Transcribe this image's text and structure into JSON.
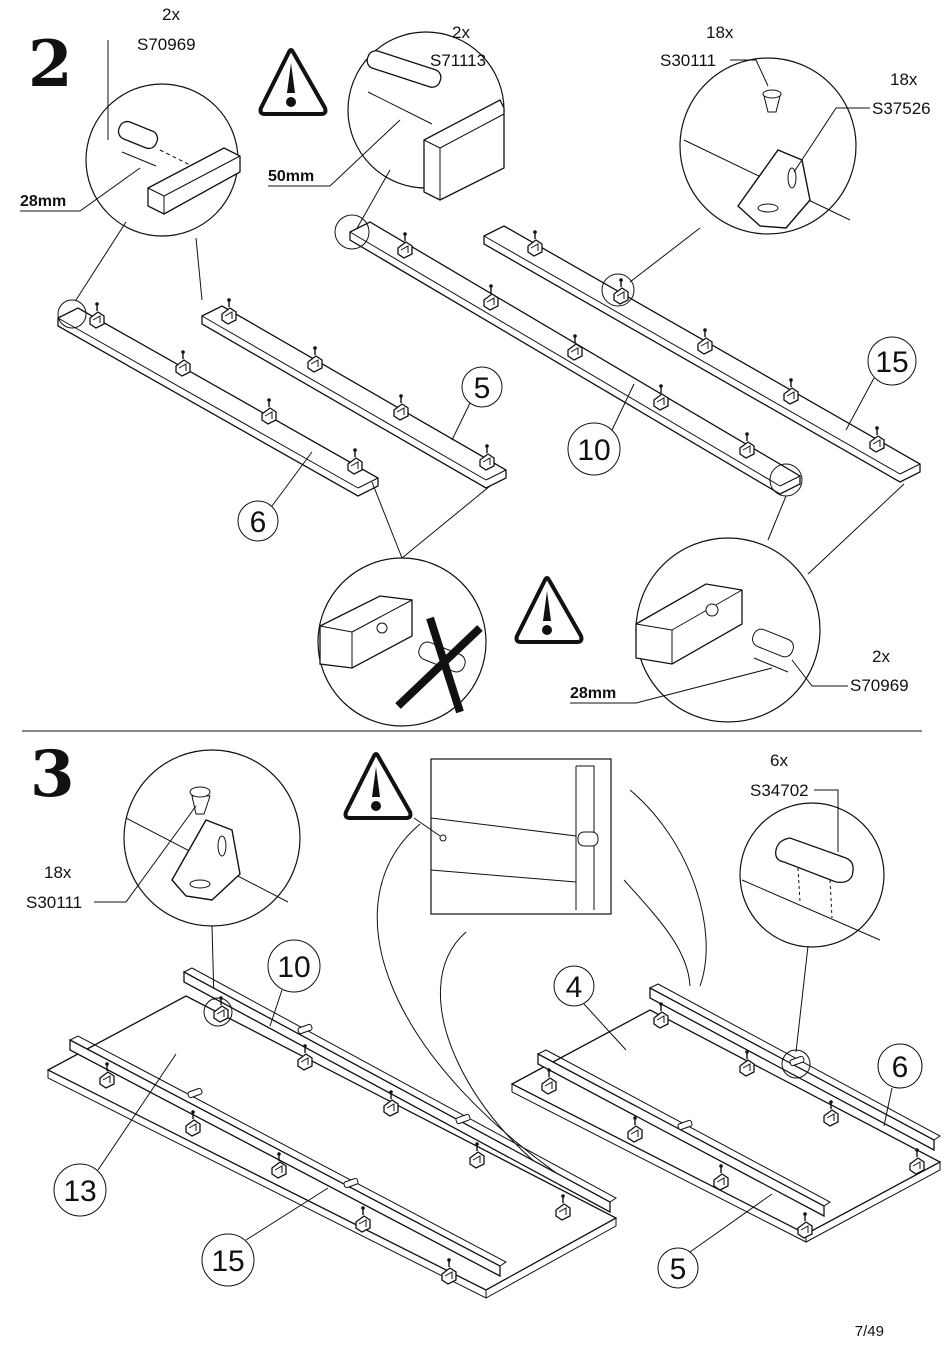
{
  "page_number": "7/49",
  "step2": {
    "number": "2",
    "dowel_a": {
      "qty": "2x",
      "code": "S70969",
      "length": "28mm"
    },
    "dowel_b": {
      "qty": "2x",
      "code": "S71113",
      "length": "50mm"
    },
    "screw": {
      "qty": "18x",
      "code": "S30111"
    },
    "bracket": {
      "qty": "18x",
      "code": "S37526"
    },
    "dowel_c": {
      "qty": "2x",
      "code": "S70969",
      "length": "28mm"
    },
    "parts": [
      "5",
      "6",
      "10",
      "15"
    ]
  },
  "step3": {
    "number": "3",
    "screw": {
      "qty": "18x",
      "code": "S30111"
    },
    "clip": {
      "qty": "6x",
      "code": "S34702"
    },
    "parts": [
      "10",
      "13",
      "15",
      "4",
      "6",
      "5"
    ]
  }
}
